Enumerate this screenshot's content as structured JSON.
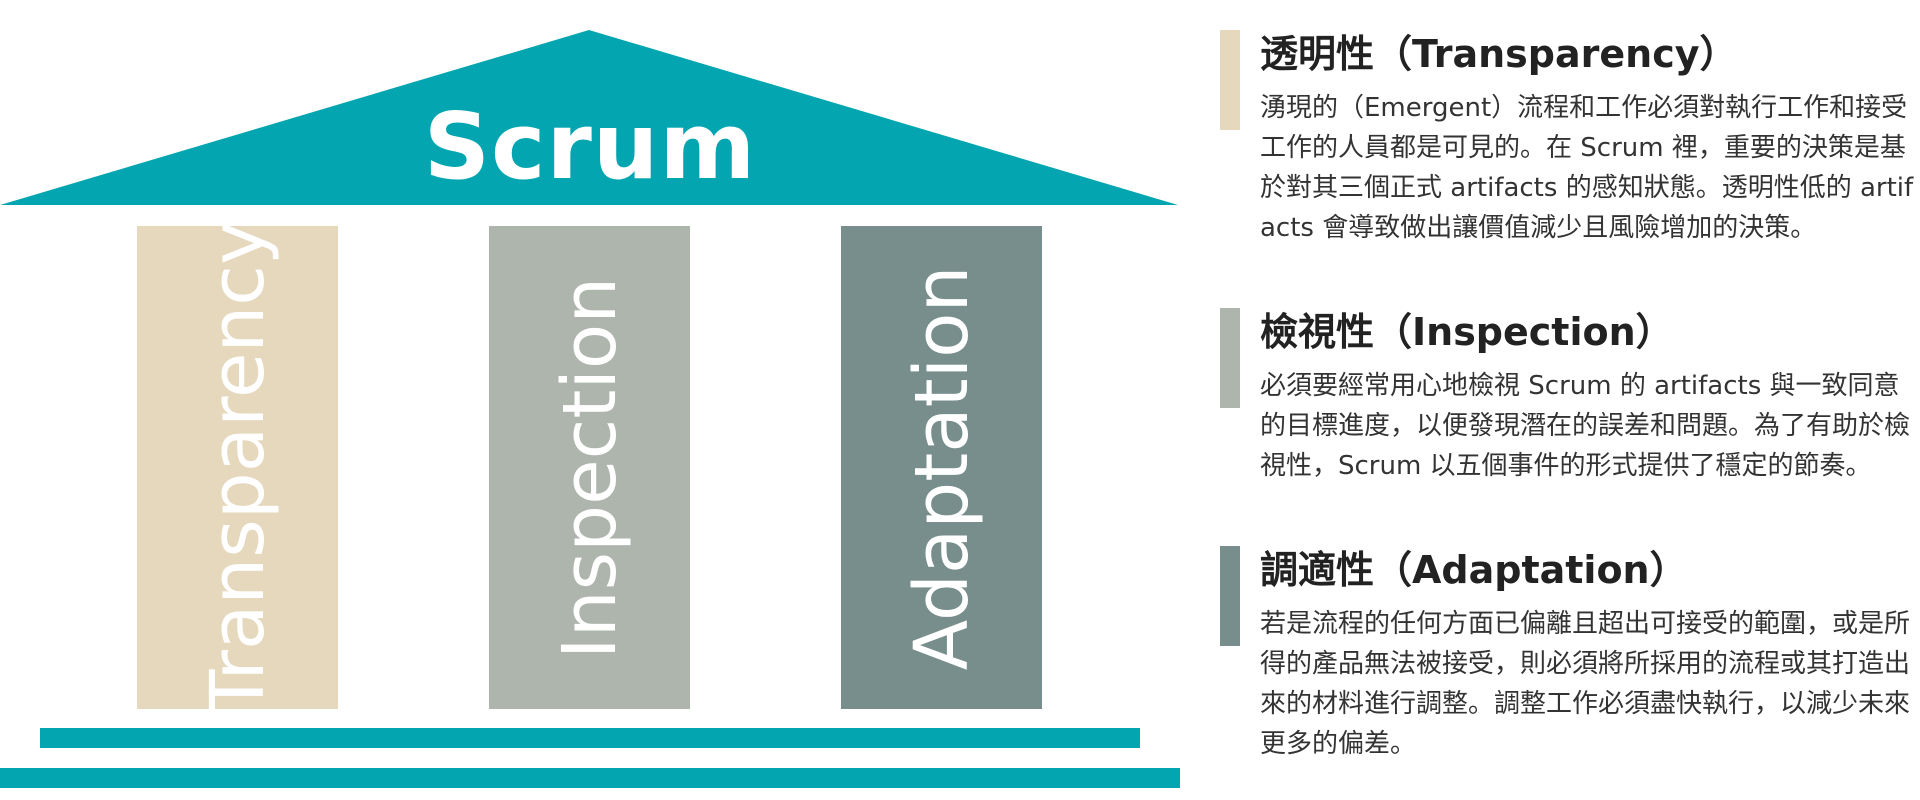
{
  "colors": {
    "teal": "#03a6b0",
    "transparency": "#e6d8bd",
    "inspection": "#adb5ad",
    "adaptation": "#778e8c"
  },
  "diagram": {
    "roof_label": "Scrum",
    "pillars": [
      {
        "label": "Transparency"
      },
      {
        "label": "Inspection"
      },
      {
        "label": "Adaptation"
      }
    ]
  },
  "principles": [
    {
      "title": "透明性（Transparency）",
      "description": "湧現的（Emergent）流程和工作必須對執行工作和接受工作的人員都是可見的。在 Scrum 裡，重要的決策是基於對其三個正式 artifacts 的感知狀態。透明性低的 artifacts 會導致做出讓價值減少且風險增加的決策。"
    },
    {
      "title": "檢視性（Inspection）",
      "description": "必須要經常用心地檢視 Scrum 的 artifacts 與一致同意的目標進度，以便發現潛在的誤差和問題。為了有助於檢視性，Scrum 以五個事件的形式提供了穩定的節奏。"
    },
    {
      "title": "調適性（Adaptation）",
      "description": "若是流程的任何方面已偏離且超出可接受的範圍，或是所得的產品無法被接受，則必須將所採用的流程或其打造出來的材料進行調整。調整工作必須盡快執行，以減少未來更多的偏差。"
    }
  ]
}
